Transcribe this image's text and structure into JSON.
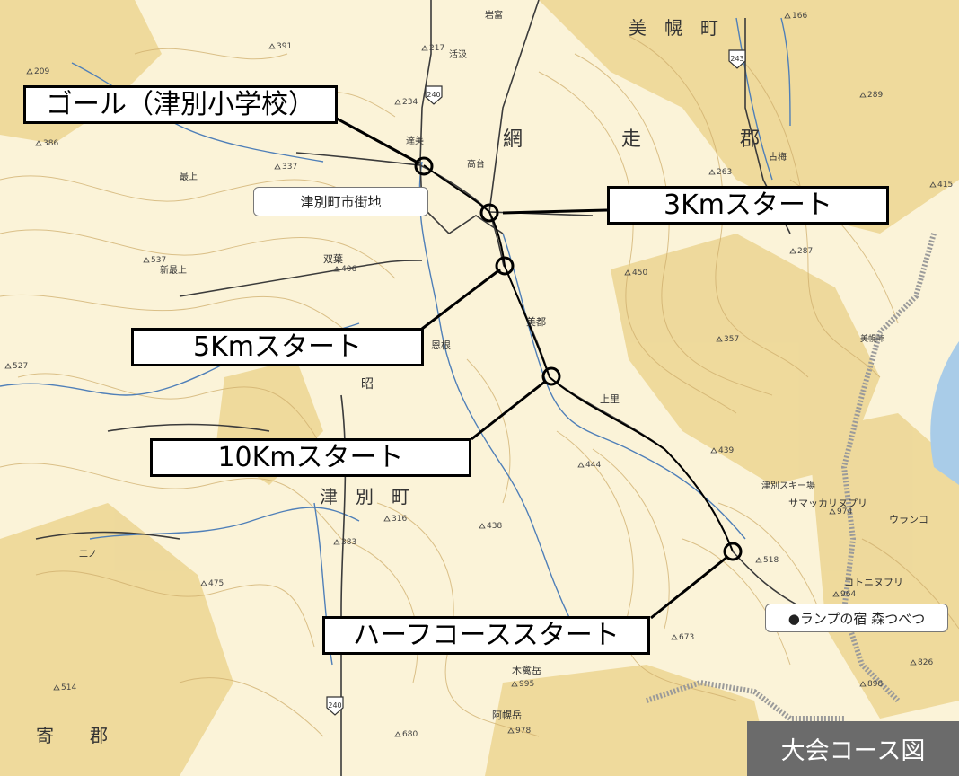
{
  "callouts": {
    "goal": "ゴール（津別小学校）",
    "start_3k": "3Kmスタート",
    "start_5k": "5Kmスタート",
    "start_10k": "10Kmスタート",
    "start_half": "ハーフコーススタート"
  },
  "tags": {
    "town_center": "津別町市街地",
    "lodge": "●ランプの宿 森つべつ"
  },
  "legend": "大会コース図",
  "map_labels": {
    "bihoro_town": "美　幌　町",
    "abashiri_gun": "網　　　　　走　　　　　郡",
    "tsubetsu_town": "津　別　町",
    "yori_gun": "寄　　郡",
    "kami_sato": "上里",
    "bito": "美都",
    "sho": "昭",
    "onne": "恩根",
    "futaba": "双葉",
    "kotonine": "コトニヌプリ",
    "ski_area": "津別スキー場",
    "sakari": "サマッカリヌプリ",
    "urankobe": "ウランコ",
    "kishidake": "木禽岳",
    "asahidake": "阿幌岳",
    "nino": "二ノ",
    "mogami": "最上",
    "shinmogami": "新最上",
    "iwatomi": "岩富",
    "katsuba": "活汲",
    "tatsumi": "達美",
    "tomiya": "高台",
    "furuume": "古梅",
    "bihorotop": "美幌峠"
  },
  "elevations": [
    "391",
    "217",
    "234",
    "209",
    "386",
    "337",
    "166",
    "289",
    "415",
    "287",
    "357",
    "450",
    "406",
    "537",
    "527",
    "439",
    "444",
    "438",
    "316",
    "383",
    "475",
    "514",
    "518",
    "673",
    "995",
    "978",
    "680",
    "826",
    "898",
    "974",
    "964",
    "263"
  ],
  "routes": {
    "road_240": "240",
    "road_243": "243"
  },
  "colors": {
    "land": "#fbf3d8",
    "forest": "#e9cf82",
    "contour": "#c9a560",
    "river": "#4f7fb8",
    "road": "#333333",
    "route": "#000000",
    "lake": "#7fb3df",
    "legend_bg": "#6b6b6b"
  }
}
